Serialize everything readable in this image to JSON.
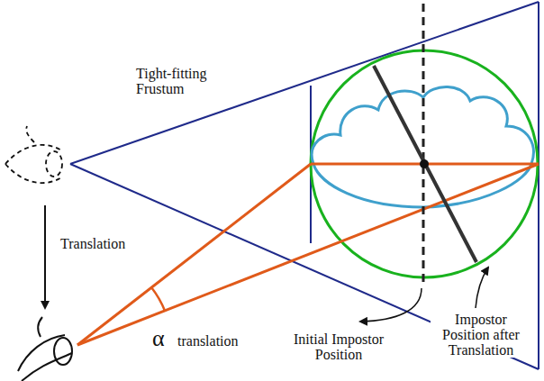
{
  "diagram": {
    "labels": [
      "Tight-fitting Frustum",
      "Translation",
      "α",
      "translation",
      "Initial Impostor Position",
      "Impostor Position after Translation"
    ]
  }
}
